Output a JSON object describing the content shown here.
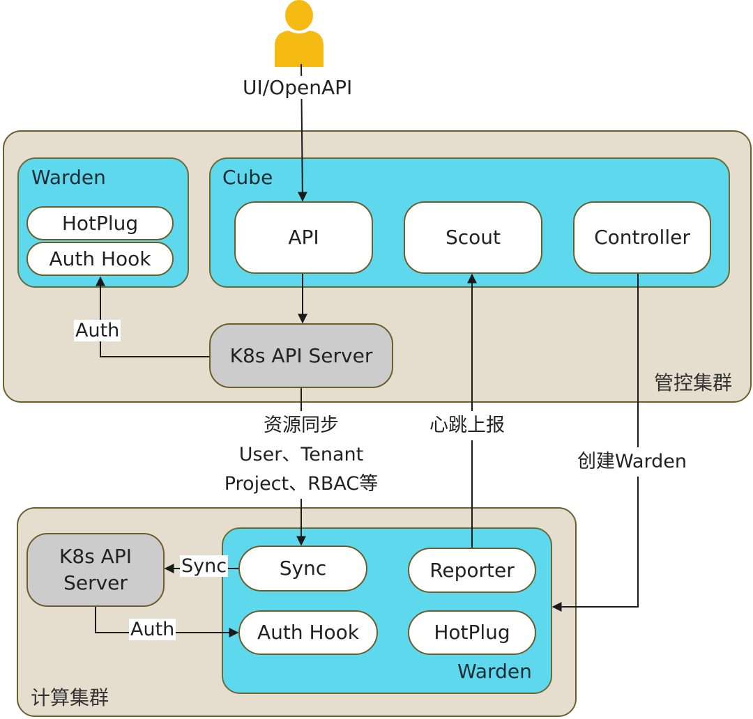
{
  "user": {
    "icon": "user-icon",
    "color": "#f6bb13",
    "entry_label": "UI/OpenAPI"
  },
  "management_cluster": {
    "label": "管控集群",
    "warden": {
      "title": "Warden",
      "components": [
        "HotPlug",
        "Auth Hook"
      ]
    },
    "cube": {
      "title": "Cube",
      "components": [
        "API",
        "Scout",
        "Controller"
      ]
    },
    "k8s_api_server": "K8s API Server",
    "auth_label": "Auth"
  },
  "edges": {
    "resource_sync": [
      "资源同步",
      "User、Tenant",
      "Project、RBAC等"
    ],
    "heartbeat": "心跳上报",
    "create_warden": "创建Warden"
  },
  "compute_cluster": {
    "label": "计算集群",
    "k8s_api_server": [
      "K8s API",
      "Server"
    ],
    "sync_label": "Sync",
    "auth_label": "Auth",
    "warden": {
      "title": "Warden",
      "components": [
        "Sync",
        "Reporter",
        "Auth Hook",
        "HotPlug"
      ]
    }
  },
  "colors": {
    "cluster_bg": "#e5ddcd",
    "group_bg": "#5dd8ec",
    "server_bg": "#cccccc",
    "node_bg": "#ffffff",
    "border": "#6b5e2c"
  }
}
